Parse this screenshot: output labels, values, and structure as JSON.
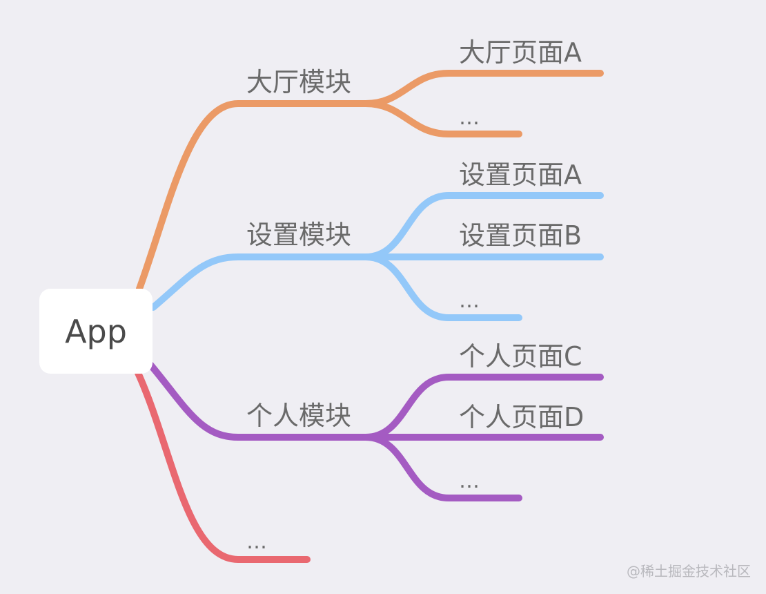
{
  "root": {
    "label": "App"
  },
  "colors": {
    "hall": "#eb9a66",
    "settings": "#93c8f9",
    "personal": "#a45bc2",
    "more": "#e96870",
    "text": "#6a6a6a"
  },
  "modules": [
    {
      "label": "大厅模块",
      "color_key": "hall",
      "pages": [
        "大厅页面A",
        "…"
      ]
    },
    {
      "label": "设置模块",
      "color_key": "settings",
      "pages": [
        "设置页面A",
        "设置页面B",
        "…"
      ]
    },
    {
      "label": "个人模块",
      "color_key": "personal",
      "pages": [
        "个人页面C",
        "个人页面D",
        "…"
      ]
    },
    {
      "label": "…",
      "color_key": "more",
      "pages": []
    }
  ],
  "watermark": "@稀土掘金技术社区"
}
